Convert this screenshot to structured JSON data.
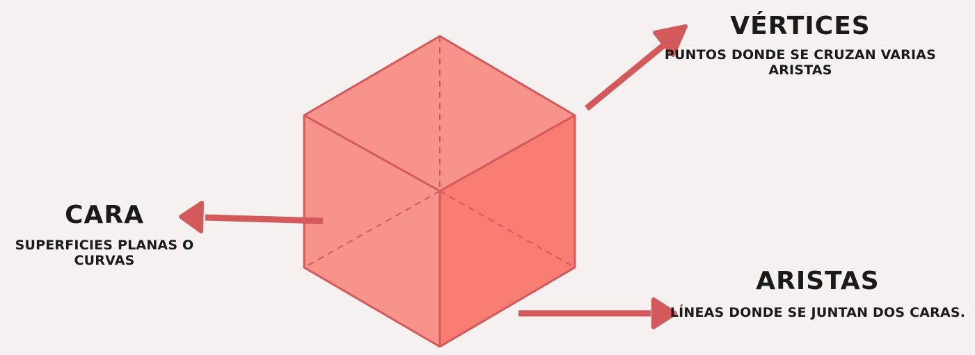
{
  "colors": {
    "background": "#f5f1f0",
    "face_light": "#f8938b",
    "face_top": "#f8938b",
    "face_right": "#f77d73",
    "edge": "#d4595a",
    "arrow": "#d4595a"
  },
  "labels": {
    "vertices": {
      "title": "VÉRTICES",
      "description": "PUNTOS DONDE SE CRUZAN VARIAS ARISTAS"
    },
    "cara": {
      "title": "CARA",
      "description": "SUPERFICIES PLANAS O CURVAS"
    },
    "aristas": {
      "title": "ARISTAS",
      "description": "LÍNEAS DONDE SE JUNTAN DOS CARAS."
    }
  }
}
